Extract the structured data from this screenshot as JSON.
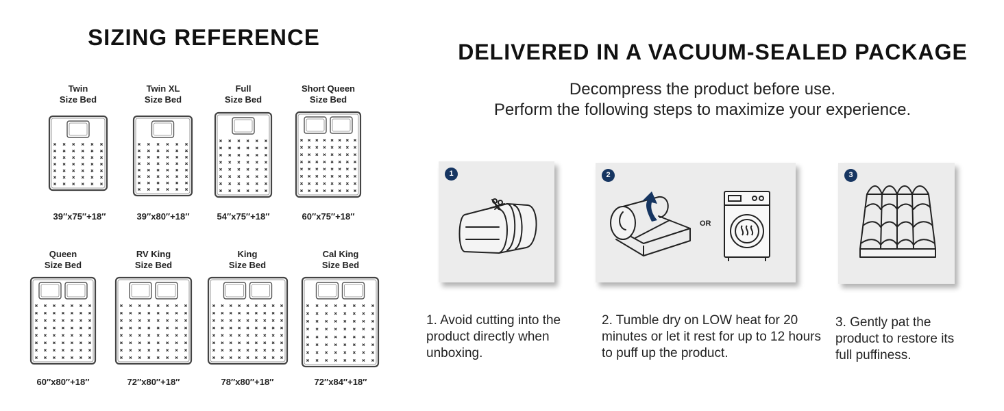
{
  "sizing": {
    "title": "SIZING REFERENCE",
    "beds": [
      {
        "name": "Twin",
        "sub": "Size Bed",
        "dims": "39″x75″+18″",
        "pillows": 1
      },
      {
        "name": "Twin XL",
        "sub": "Size Bed",
        "dims": "39″x80″+18″",
        "pillows": 1
      },
      {
        "name": "Full",
        "sub": "Size Bed",
        "dims": "54″x75″+18″",
        "pillows": 1
      },
      {
        "name": "Short Queen",
        "sub": "Size Bed",
        "dims": "60″x75″+18″",
        "pillows": 2
      },
      {
        "name": "Queen",
        "sub": "Size Bed",
        "dims": "60″x80″+18″",
        "pillows": 2
      },
      {
        "name": "RV King",
        "sub": "Size Bed",
        "dims": "72″x80″+18″",
        "pillows": 2
      },
      {
        "name": "King",
        "sub": "Size Bed",
        "dims": "78″x80″+18″",
        "pillows": 2
      },
      {
        "name": "Cal King",
        "sub": "Size Bed",
        "dims": "72″x84″+18″",
        "pillows": 2
      }
    ]
  },
  "package": {
    "title": "DELIVERED IN A VACUUM-SEALED PACKAGE",
    "line1": "Decompress the product before use.",
    "line2": "Perform the following steps to maximize your experience.",
    "or_label": "OR",
    "badge_color": "#163561",
    "steps": [
      {
        "number": "1",
        "icon": "vacuum-package-icon",
        "text": "1. Avoid cutting into the product directly when unboxing."
      },
      {
        "number": "2",
        "icon": "tumble-dry-icon",
        "text": "2. Tumble dry on LOW heat for 20 minutes or let it rest for up to 12 hours to puff up the product."
      },
      {
        "number": "3",
        "icon": "puffed-topper-icon",
        "text": "3. Gently pat the product to restore its full puffiness."
      }
    ]
  }
}
